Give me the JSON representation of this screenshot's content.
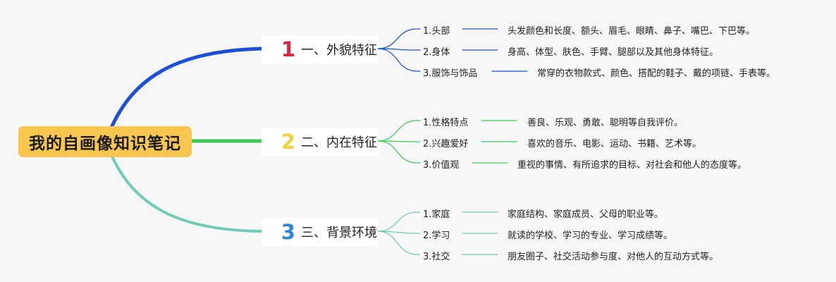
{
  "root": {
    "label": "我的自画像知识笔记",
    "color": "#f9c74f"
  },
  "branches": [
    {
      "number": "1",
      "number_color": "#d7263d",
      "line_color": "#1a4fd8",
      "label": "一、外貌特征",
      "children": [
        {
          "label": "1.头部",
          "description": "头发颜色和长度、额头、眉毛、眼睛、鼻子、嘴巴、下巴等。"
        },
        {
          "label": "2.身体",
          "description": "身高、体型、肤色、手臂、腿部以及其他身体特征。"
        },
        {
          "label": "3.服饰与饰品",
          "description": "常穿的衣物款式、颜色、搭配的鞋子、戴的项链、手表等。"
        }
      ]
    },
    {
      "number": "2",
      "number_color": "#f4d03f",
      "line_color": "#3cc95a",
      "label": "二、内在特征",
      "children": [
        {
          "label": "1.性格特点",
          "description": "善良、乐观、勇敢、聪明等自我评价。"
        },
        {
          "label": "2.兴趣爱好",
          "description": "喜欢的音乐、电影、运动、书籍、艺术等。"
        },
        {
          "label": "3.价值观",
          "description": "重视的事情、有所追求的目标、对社会和他人的态度等。"
        }
      ]
    },
    {
      "number": "3",
      "number_color": "#2e86de",
      "line_color": "#6fcab6",
      "label": "三、背景环境",
      "children": [
        {
          "label": "1.家庭",
          "description": "家庭结构、家庭成员、父母的职业等。"
        },
        {
          "label": "2.学习",
          "description": "就读的学校、学习的专业、学习成绩等。"
        },
        {
          "label": "3.社交",
          "description": "朋友圈子、社交活动参与度、对他人的互动方式等。"
        }
      ]
    }
  ]
}
